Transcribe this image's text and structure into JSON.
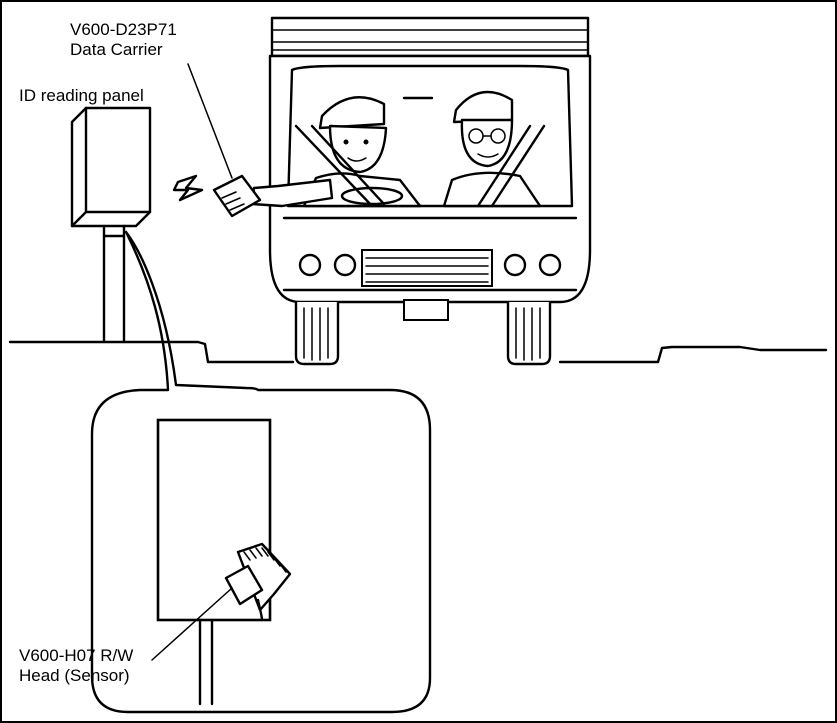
{
  "labels": {
    "carrier_model": "V600-D23P71",
    "carrier_name": "Data Carrier",
    "panel": "ID reading panel",
    "head_model": "V600-H07 R/W",
    "head_name": "Head (Sensor)"
  }
}
